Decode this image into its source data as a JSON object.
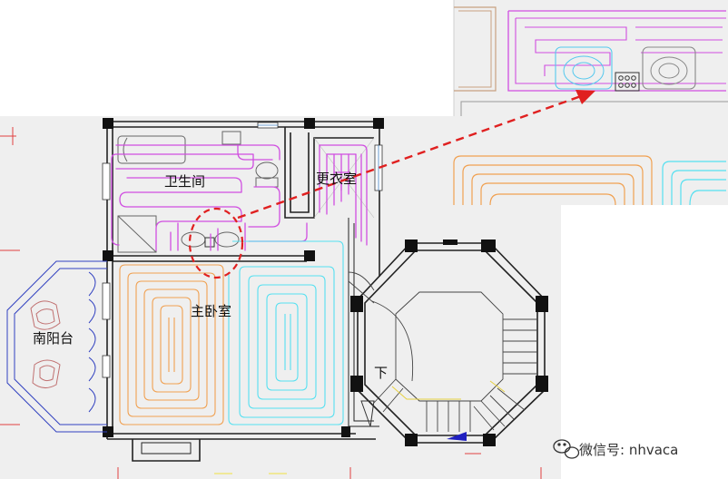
{
  "rooms": {
    "bathroom": "卫生间",
    "dressing_room": "更衣室",
    "master_bedroom": "主卧室",
    "south_balcony": "南阳台",
    "stair_down": "下"
  },
  "watermark": {
    "icon": "wechat-logo-icon",
    "text": "微信号: nhvaca"
  },
  "colors": {
    "background_paper": "#efefef",
    "wall": "#222222",
    "bathroom_pipe": "#d04ee0",
    "bedroom_pipe_a": "#f0a050",
    "bedroom_pipe_b": "#55e0f0",
    "highlight_arrow": "#e02020",
    "balcony_outline": "#3040c0",
    "stair_yellow": "#e6d040"
  }
}
